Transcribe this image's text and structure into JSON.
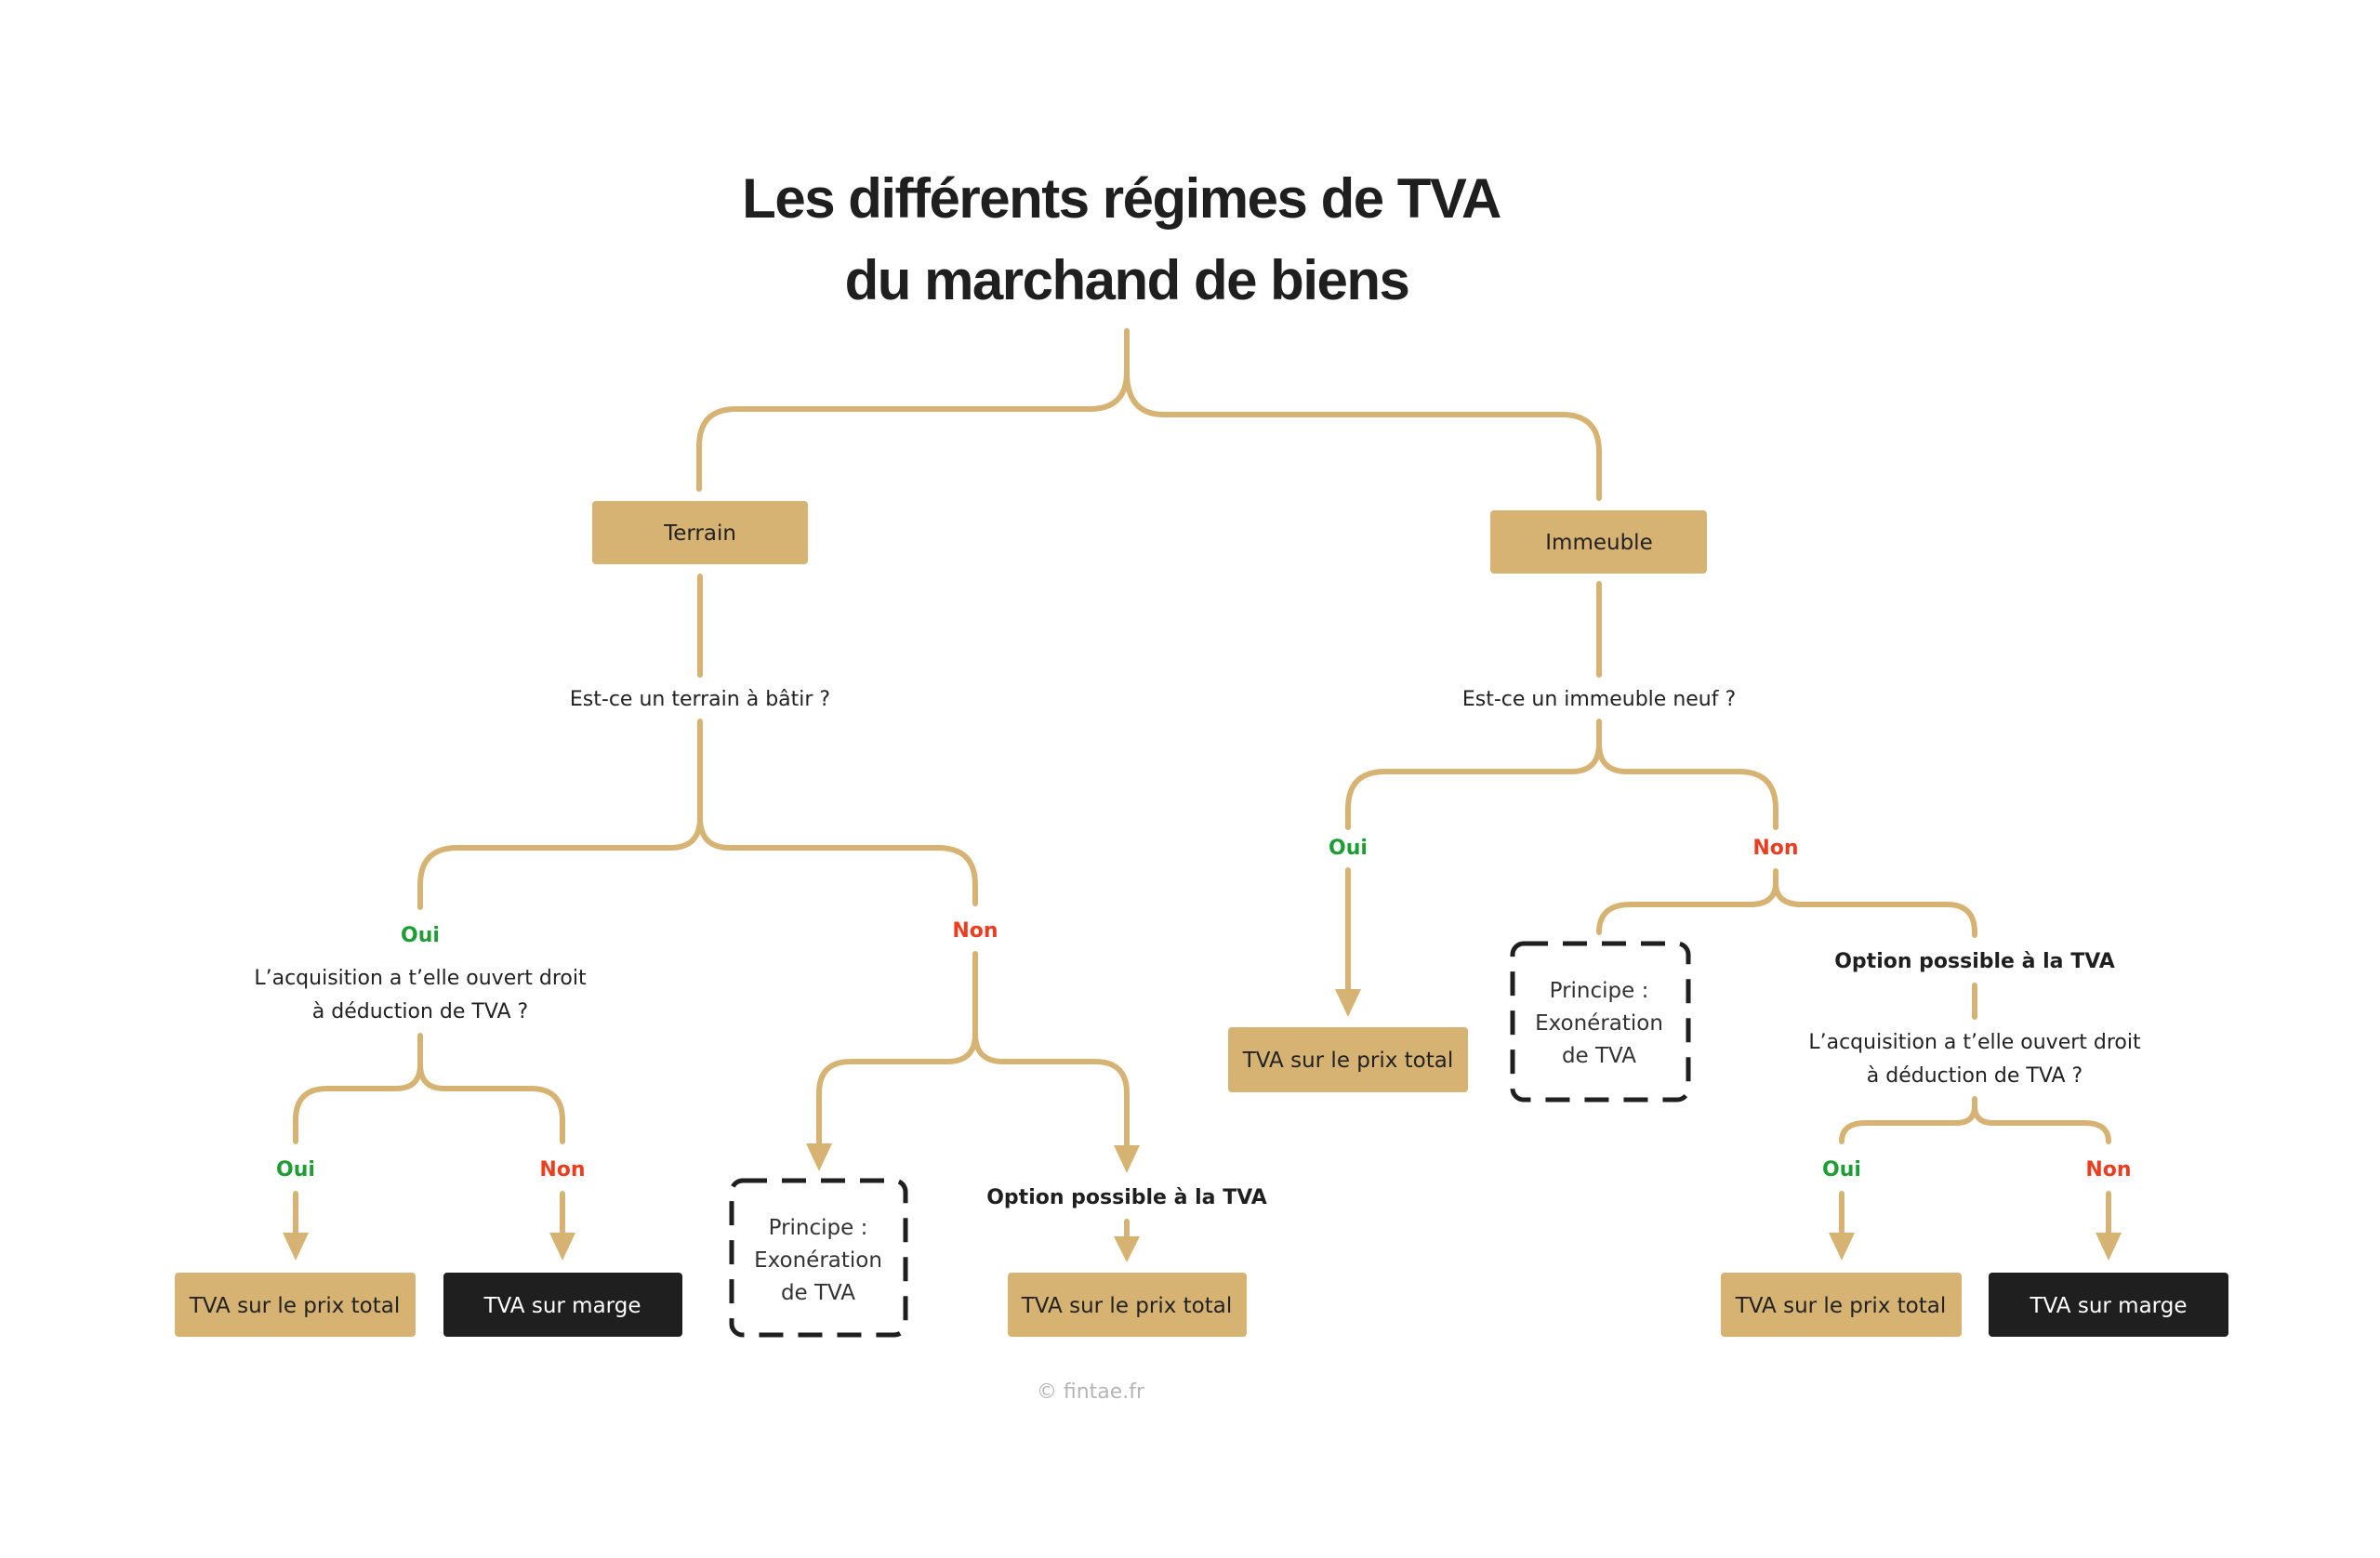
{
  "title": {
    "line1": "Les différents régimes de TVA",
    "line2": "du marchand de biens"
  },
  "colors": {
    "accent_gold": "#d6b373",
    "dark_box": "#1f1f1f",
    "oui_green": "#1f9d35",
    "non_red": "#ec3e1f",
    "footer_gray": "#b5b5b5"
  },
  "left": {
    "category": "Terrain",
    "question": "Est-ce un terrain à bâtir ?",
    "oui_label": "Oui",
    "non_label": "Non",
    "oui_branch": {
      "question_line1": "L’acquisition a t’elle ouvert droit",
      "question_line2": "à déduction de TVA ?",
      "oui_label": "Oui",
      "non_label": "Non",
      "oui_result": "TVA sur le prix total",
      "non_result": "TVA sur marge"
    },
    "non_branch": {
      "principle_line1": "Principe :",
      "principle_line2": "Exonération",
      "principle_line3": "de TVA",
      "option": "Option possible à la TVA",
      "option_result": "TVA sur le prix total"
    }
  },
  "right": {
    "category": "Immeuble",
    "question": "Est-ce un immeuble neuf ?",
    "oui_label": "Oui",
    "non_label": "Non",
    "oui_result": "TVA sur le prix total",
    "non_branch": {
      "principle_line1": "Principe :",
      "principle_line2": "Exonération",
      "principle_line3": "de TVA",
      "option": "Option possible à la TVA",
      "question_line1": "L’acquisition a t’elle ouvert droit",
      "question_line2": "à déduction de TVA ?",
      "oui_label": "Oui",
      "non_label": "Non",
      "oui_result": "TVA sur le prix total",
      "non_result": "TVA sur marge"
    }
  },
  "footer": "© fintae.fr"
}
